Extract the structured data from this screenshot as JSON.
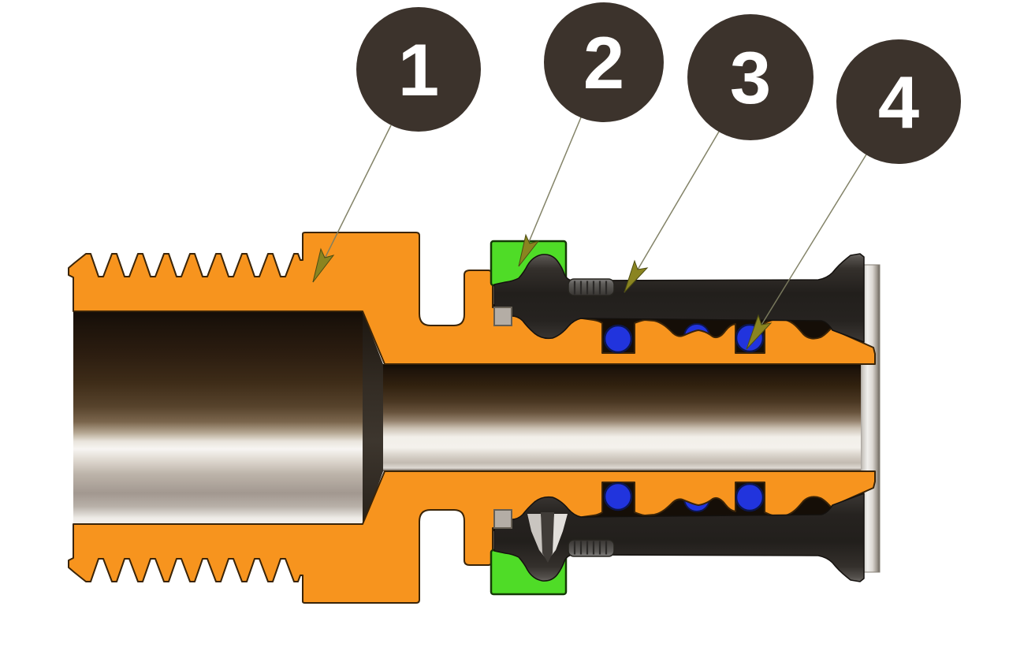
{
  "figure": {
    "type": "cross-section-diagram",
    "callouts": [
      {
        "label": "1"
      },
      {
        "label": "2"
      },
      {
        "label": "3"
      },
      {
        "label": "4"
      }
    ],
    "colors": {
      "body_orange": "#F7941E",
      "seal_green": "#4FDC27",
      "oring_blue": "#2134DD",
      "callout_background": "#3C332C",
      "callout_text": "#FFFFFF",
      "arrow_olive": "#8A8420"
    }
  }
}
